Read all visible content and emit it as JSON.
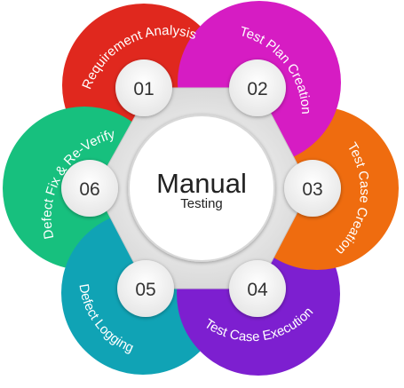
{
  "center": {
    "title": "Manual",
    "subtitle": "Testing"
  },
  "steps": [
    {
      "number": "01",
      "label": "Requirement Analysis",
      "color": "#e0281e"
    },
    {
      "number": "02",
      "label": "Test Plan Creation",
      "color": "#d61cc3"
    },
    {
      "number": "03",
      "label": "Test Case Creation",
      "color": "#ef6c0f"
    },
    {
      "number": "04",
      "label": "Test Case Execution",
      "color": "#7d1fd0"
    },
    {
      "number": "05",
      "label": "Defect Logging",
      "color": "#10a3b5"
    },
    {
      "number": "06",
      "label": "Defect Fix & Re-Verify",
      "color": "#17c07e"
    }
  ]
}
